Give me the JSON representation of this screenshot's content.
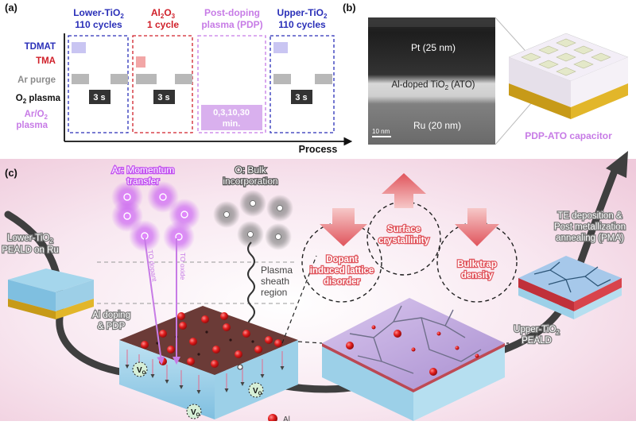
{
  "panel_a": {
    "label": "(a)",
    "phases": [
      {
        "title": [
          "Lower-TiO",
          "110 cycles"
        ],
        "sub": "2",
        "color": "#2a2fb8"
      },
      {
        "title": [
          "Al",
          "1 cycle"
        ],
        "sub": "2",
        "sub2": "O",
        "sub3": "3",
        "color": "#d0202a"
      },
      {
        "title": [
          "Post-doping",
          "plasma (PDP)"
        ],
        "color": "#c77be6"
      },
      {
        "title": [
          "Upper-TiO",
          "110 cycles"
        ],
        "sub": "2",
        "color": "#2a2fb8"
      }
    ],
    "rows": [
      {
        "label": "TDMAT",
        "color": "#2a2fb8"
      },
      {
        "label": "TMA",
        "color": "#d0202a"
      },
      {
        "label": "Ar purge",
        "color": "#8c8c8c"
      },
      {
        "label": "O",
        "sub": "2",
        "suffix": " plasma",
        "color": "#111111"
      },
      {
        "label": "Ar/O",
        "sub": "2",
        "label2": "plasma",
        "color": "#c77be6"
      }
    ],
    "o2_pulse": "3 s",
    "pdp_time": [
      "0,3,10,30",
      "min."
    ],
    "x_axis": "Process"
  },
  "panel_b": {
    "label": "(b)",
    "layers": {
      "pt": "Pt (25 nm)",
      "ato_a": "Al-doped TiO",
      "ato_sub": "2",
      "ato_b": " (ATO)",
      "ru": "Ru (20 nm)"
    },
    "scale": "10 nm",
    "capacitor": "PDP-ATO capacitor"
  },
  "panel_c": {
    "label": "(c)",
    "ar_text": [
      "Ar: Momentum",
      "transfer"
    ],
    "o_text": [
      "O: Bulk",
      "incorporation"
    ],
    "lower": [
      "Lower-TiO",
      "PEALD on Ru"
    ],
    "lower_sub": "2",
    "al_doping": [
      "Al doping",
      "& PDP"
    ],
    "to_dopant": "TO dopant",
    "to_oxide": "TO oxide",
    "sheath": [
      "Plasma",
      "sheath",
      "region"
    ],
    "circle1": [
      "Dopant",
      "induced lattice",
      "disorder"
    ],
    "circle2": [
      "Surface",
      "crystallinity"
    ],
    "circle3": [
      "Bulk trap",
      "density"
    ],
    "te": [
      "TE deposition &",
      "Post metallization",
      "annealing (PMA)"
    ],
    "upper": [
      "Upper-TiO",
      "PEALD"
    ],
    "upper_sub": "2",
    "vo": "V",
    "vo_sub": "O",
    "legend_partial": "Al"
  },
  "colors": {
    "blue": "#2a2fb8",
    "red": "#d0202a",
    "purple": "#c77be6",
    "gray": "#8c8c8c",
    "red_arrow": "#e0545c"
  }
}
